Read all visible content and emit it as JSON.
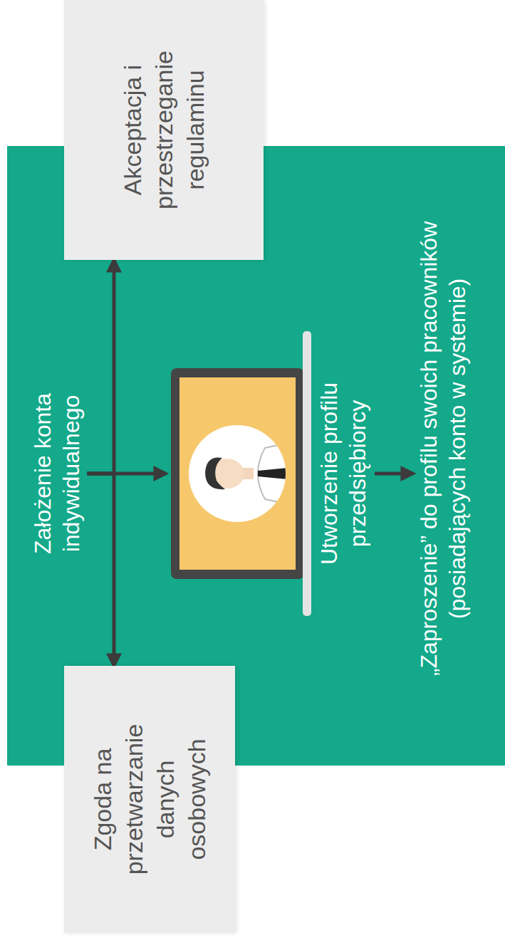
{
  "diagram": {
    "nodes": [
      {
        "text": [
          "Zgoda na przetwarzanie danych osobowych"
        ]
      },
      {
        "text": [
          "Założenie konta indywidualnego"
        ]
      },
      {
        "text": [
          "Akceptacja i przestrzeganie regulaminu"
        ]
      },
      {
        "text": [
          "Utworzenie profilu przedsiębiorcy"
        ]
      },
      {
        "text": [
          "„Zaproszenie” do profilu swoich pracowników (posiadających konto w systemie)"
        ]
      }
    ],
    "edges": [
      {
        "from": 1,
        "to": 0,
        "arrow": "to"
      },
      {
        "from": 1,
        "to": 2,
        "arrow": "to"
      },
      {
        "from": 1,
        "to": 3,
        "arrow": "to"
      },
      {
        "from": 3,
        "to": 4,
        "arrow": "to"
      }
    ]
  }
}
